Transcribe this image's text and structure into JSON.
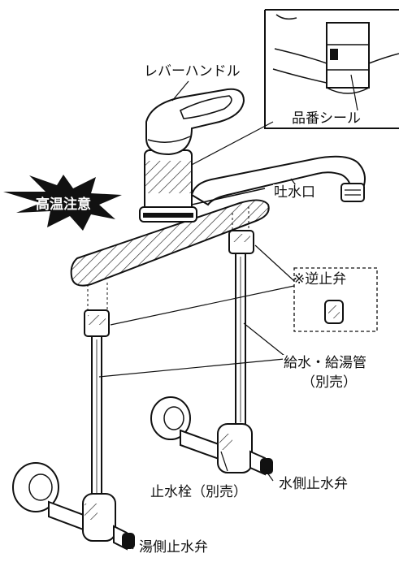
{
  "labels": {
    "lever_handle": "レバーハンドル",
    "part_number_seal": "品番シール",
    "high_temp_warning": "高温注意",
    "spout": "吐水口",
    "check_valve": "※逆止弁",
    "supply_pipe_line1": "給水・給湯管",
    "supply_pipe_line2": "（別売）",
    "stop_valve": "止水栓（別売）",
    "cold_stop_valve": "水側止水弁",
    "hot_stop_valve": "湯側止水弁"
  }
}
